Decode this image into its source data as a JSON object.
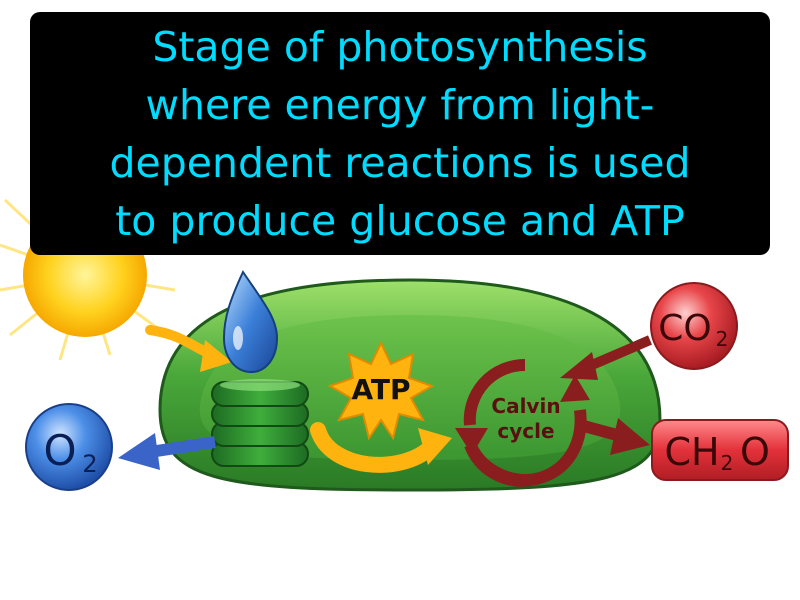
{
  "title": {
    "lines": [
      "Stage of photosynthesis",
      "where energy from light-",
      "dependent reactions is used",
      "to produce glucose and ATP"
    ]
  },
  "labels": {
    "atp": "ATP",
    "calvin_line1": "Calvin",
    "calvin_line2": "cycle",
    "o2_main": "O",
    "o2_sub": "2",
    "co2_main": "CO",
    "co2_sub": "2",
    "ch2o_main": "CH",
    "ch2o_sub": "2",
    "ch2o_end": "O"
  },
  "colors": {
    "title_background": "#000000",
    "title_text": "#00dcff",
    "sun": "#ffd21e",
    "chloroplast": "#3fa43a",
    "atp_star": "#ffb30f",
    "calvin_arrow": "#8a1e1e",
    "oxygen": "#3a7de0",
    "co2_bubble": "#e3313a",
    "ch2o_box": "#e3313a"
  }
}
